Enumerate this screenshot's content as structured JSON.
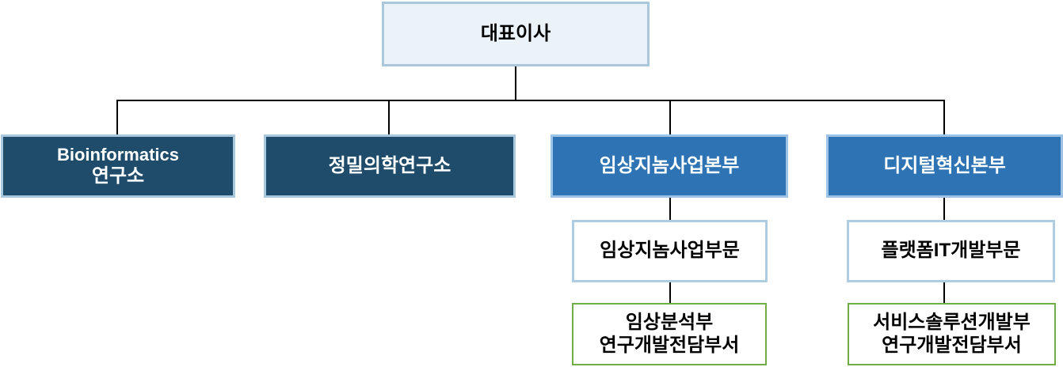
{
  "chart_data": {
    "type": "org-chart",
    "root": {
      "label": "대표이사",
      "children": [
        "Bioinformatics 연구소",
        "정밀의학연구소",
        "임상지놈사업본부",
        "디지털혁신본부"
      ]
    }
  },
  "nodes": {
    "ceo": {
      "label": "대표이사"
    },
    "bioinformatics": {
      "line1": "Bioinformatics",
      "line2": "연구소"
    },
    "precision_medicine": {
      "label": "정밀의학연구소"
    },
    "clinical_genome_hq": {
      "label": "임상지놈사업본부"
    },
    "digital_innovation_hq": {
      "label": "디지털혁신본부"
    },
    "clinical_genome_sector": {
      "label": "임상지놈사업부문"
    },
    "platform_it_sector": {
      "label": "플랫폼IT개발부문"
    },
    "clinical_analysis_dept": {
      "line1": "임상분석부",
      "line2": "연구개발전담부서"
    },
    "service_solution_dept": {
      "line1": "서비스솔루션개발부",
      "line2": "연구개발전담부서"
    }
  },
  "colors": {
    "ceo_fill": "#EBF2F8",
    "ceo_border": "#A9C8DC",
    "dark_fill": "#1E4C6A",
    "dark_border": "#A9C8DE",
    "medium_fill": "#2E74B5",
    "medium_border": "#9DC3E6",
    "white_fill": "#FFFFFF",
    "light_blue_border": "#AECDE2",
    "green_border": "#70AD47",
    "connector": "#000000",
    "text_light": "#FFFFFF",
    "text_dark": "#000000"
  }
}
